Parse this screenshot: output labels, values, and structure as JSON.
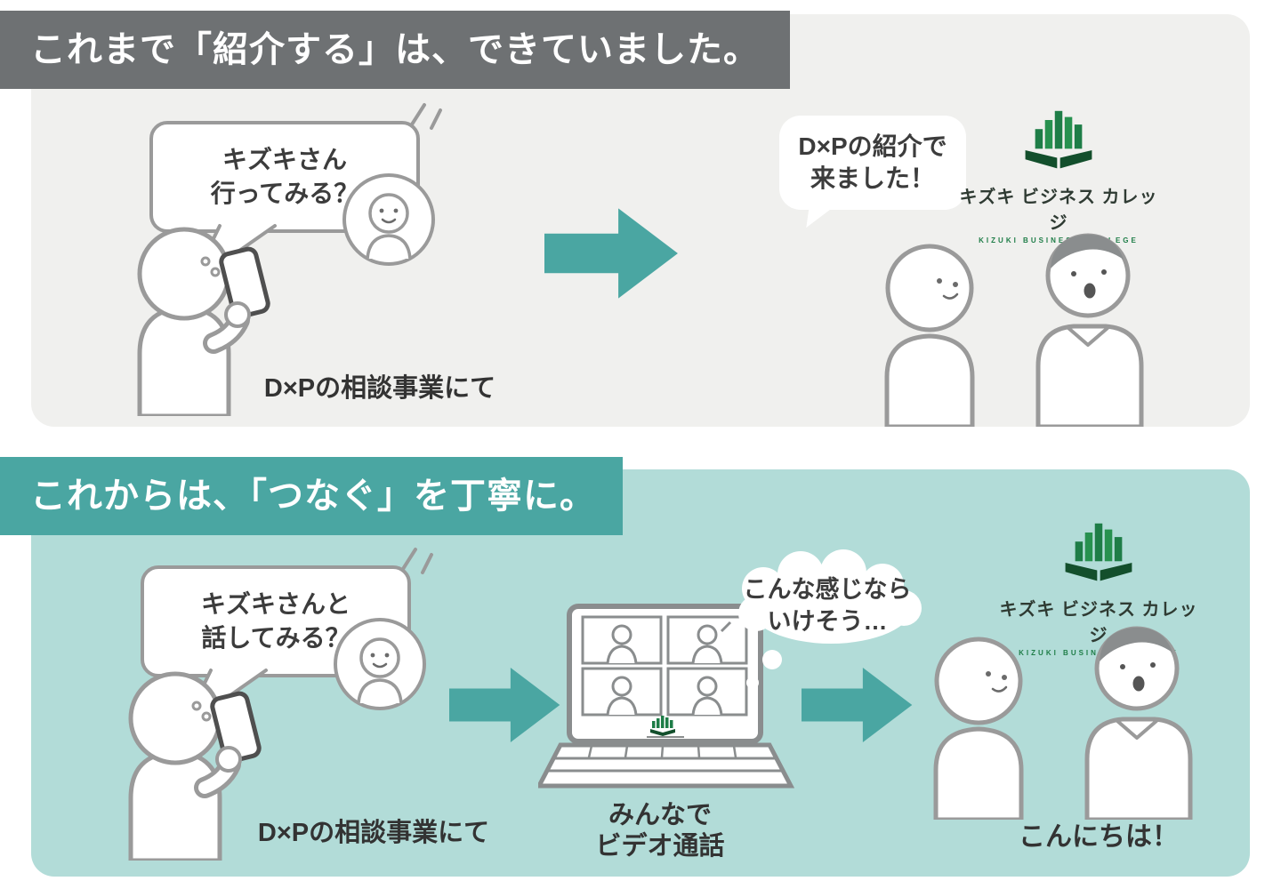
{
  "colors": {
    "teal_accent": "#4aa6a2",
    "header_gray": "#6e7173",
    "panel_gray": "#f0f0ee",
    "panel_mint": "#b2dcd8",
    "sketch_outline": "#9a9a9a",
    "logo_green": "#1e7d47",
    "logo_green_dark": "#134f2c",
    "text_ink": "#333333"
  },
  "top_section": {
    "header": "これまで「紹介する」は、できていました。",
    "phone_bubble": {
      "line1": "キズキさん",
      "line2": "行ってみる？"
    },
    "caption": "D×Pの相談事業にて",
    "intro_bubble": {
      "line1": "D×Pの紹介で",
      "line2": "来ました！"
    }
  },
  "bottom_section": {
    "header": "これからは、「つなぐ」を丁寧に。",
    "phone_bubble": {
      "line1": "キズキさんと",
      "line2": "話してみる？"
    },
    "caption": "D×Pの相談事業にて",
    "thought_bubble": {
      "line1": "こんな感じなら",
      "line2": "いけそう…"
    },
    "laptop_caption": {
      "line1": "みんなで",
      "line2": "ビデオ通話"
    },
    "greeting_caption": "こんにちは！"
  },
  "logo": {
    "title": "キズキ ビジネス カレッジ",
    "subtitle": "KIZUKI BUSINESS COLLEGE"
  }
}
